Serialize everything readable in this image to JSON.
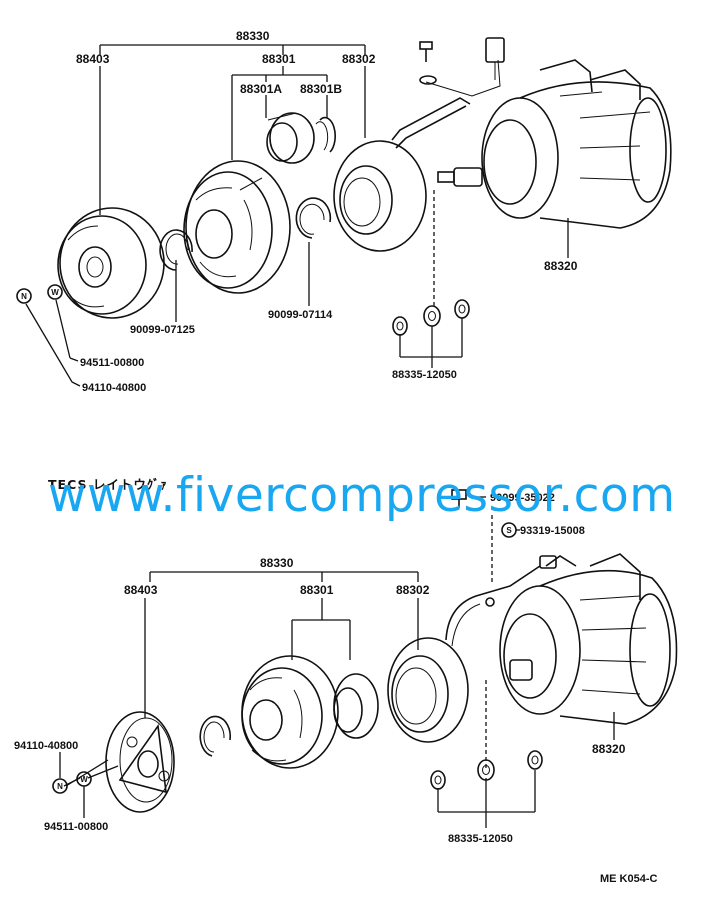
{
  "top_diagram": {
    "assembly": "88330",
    "pressure_plate": "88403",
    "rotor": "88301",
    "rotor_sub_a": "88301A",
    "rotor_sub_b": "88301B",
    "stator": "88302",
    "compressor": "88320",
    "snap_ring_1": "90099-07125",
    "snap_ring_2": "90099-07114",
    "shims": "88335-12050",
    "washer": "94511-00800",
    "nut": "94110-40800",
    "nut_symbol": "N",
    "washer_symbol": "W"
  },
  "bottom_diagram": {
    "header": "TECS レイトウｸﾞｧ",
    "assembly": "88330",
    "pressure_plate": "88403",
    "rotor": "88301",
    "stator": "88302",
    "compressor": "88320",
    "bolt": "90099-35022",
    "screw": "93319-15008",
    "screw_symbol": "S",
    "shims": "88335-12050",
    "nut": "94110-40800",
    "washer": "94511-00800",
    "nut_symbol": "N",
    "washer_symbol": "W"
  },
  "figure_code": "ME  K054-C",
  "watermark": "www.fivercompressor.com"
}
